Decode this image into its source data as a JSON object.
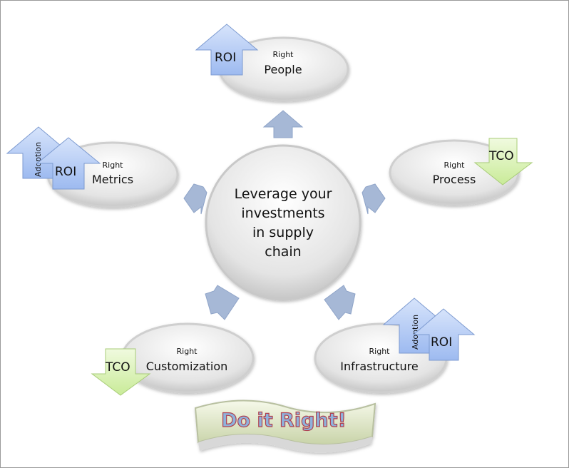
{
  "center": {
    "lines": [
      "Leverage your",
      "investments",
      "in supply",
      "chain"
    ]
  },
  "nodes": {
    "people": {
      "small": "Right",
      "big": "People"
    },
    "process": {
      "small": "Right",
      "big": "Process"
    },
    "metrics": {
      "small": "Right",
      "big": "Metrics"
    },
    "customization": {
      "small": "Right",
      "big": "Customization"
    },
    "infrastructure": {
      "small": "Right",
      "big": "Infrastructure"
    }
  },
  "indicators": {
    "roi": "ROI",
    "tco": "TCO",
    "adoption": "Adoption"
  },
  "banner": {
    "text": "Do it Right!"
  },
  "colors": {
    "up_arrow": "#a9c4f5",
    "down_arrow": "#d4f0a8",
    "connector": "#a6b8d6"
  }
}
